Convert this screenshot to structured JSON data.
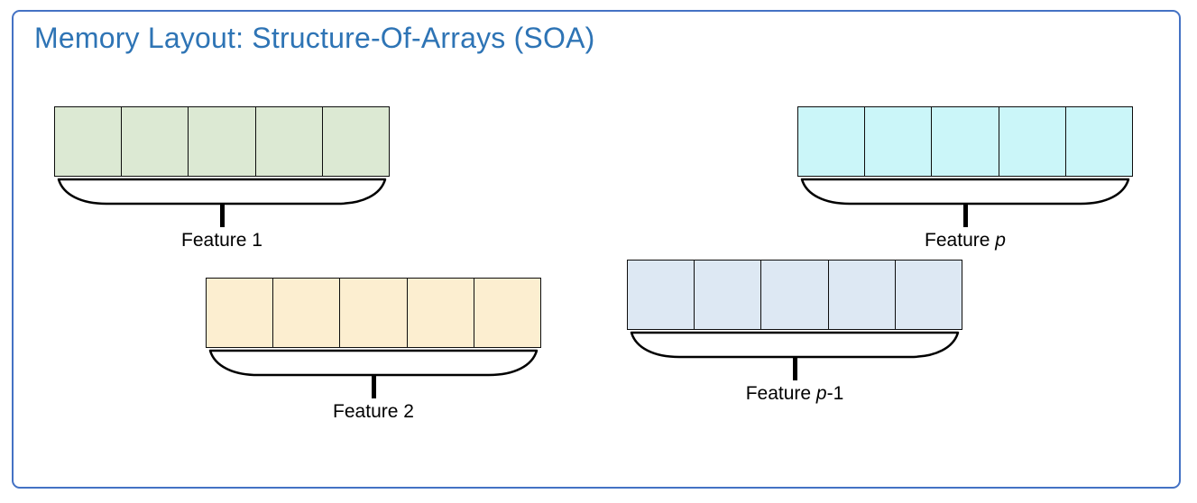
{
  "title": "Memory Layout: Structure-Of-Arrays (SOA)",
  "colors": {
    "frame_border": "#4472C4",
    "title_text": "#2E74B5",
    "cell_border": "#0d0d0d"
  },
  "arrays": [
    {
      "id": "feature-1",
      "cell_count": 5,
      "cell_color": "#dce9d3",
      "label": {
        "prefix": "Feature 1",
        "var": "",
        "suffix": ""
      }
    },
    {
      "id": "feature-p",
      "cell_count": 5,
      "cell_color": "#cbf6f9",
      "label": {
        "prefix": "Feature ",
        "var": "p",
        "suffix": ""
      }
    },
    {
      "id": "feature-2",
      "cell_count": 5,
      "cell_color": "#fceed0",
      "label": {
        "prefix": "Feature 2",
        "var": "",
        "suffix": ""
      }
    },
    {
      "id": "feature-p-1",
      "cell_count": 5,
      "cell_color": "#dde8f3",
      "label": {
        "prefix": "Feature ",
        "var": "p",
        "suffix": "-1"
      }
    }
  ]
}
